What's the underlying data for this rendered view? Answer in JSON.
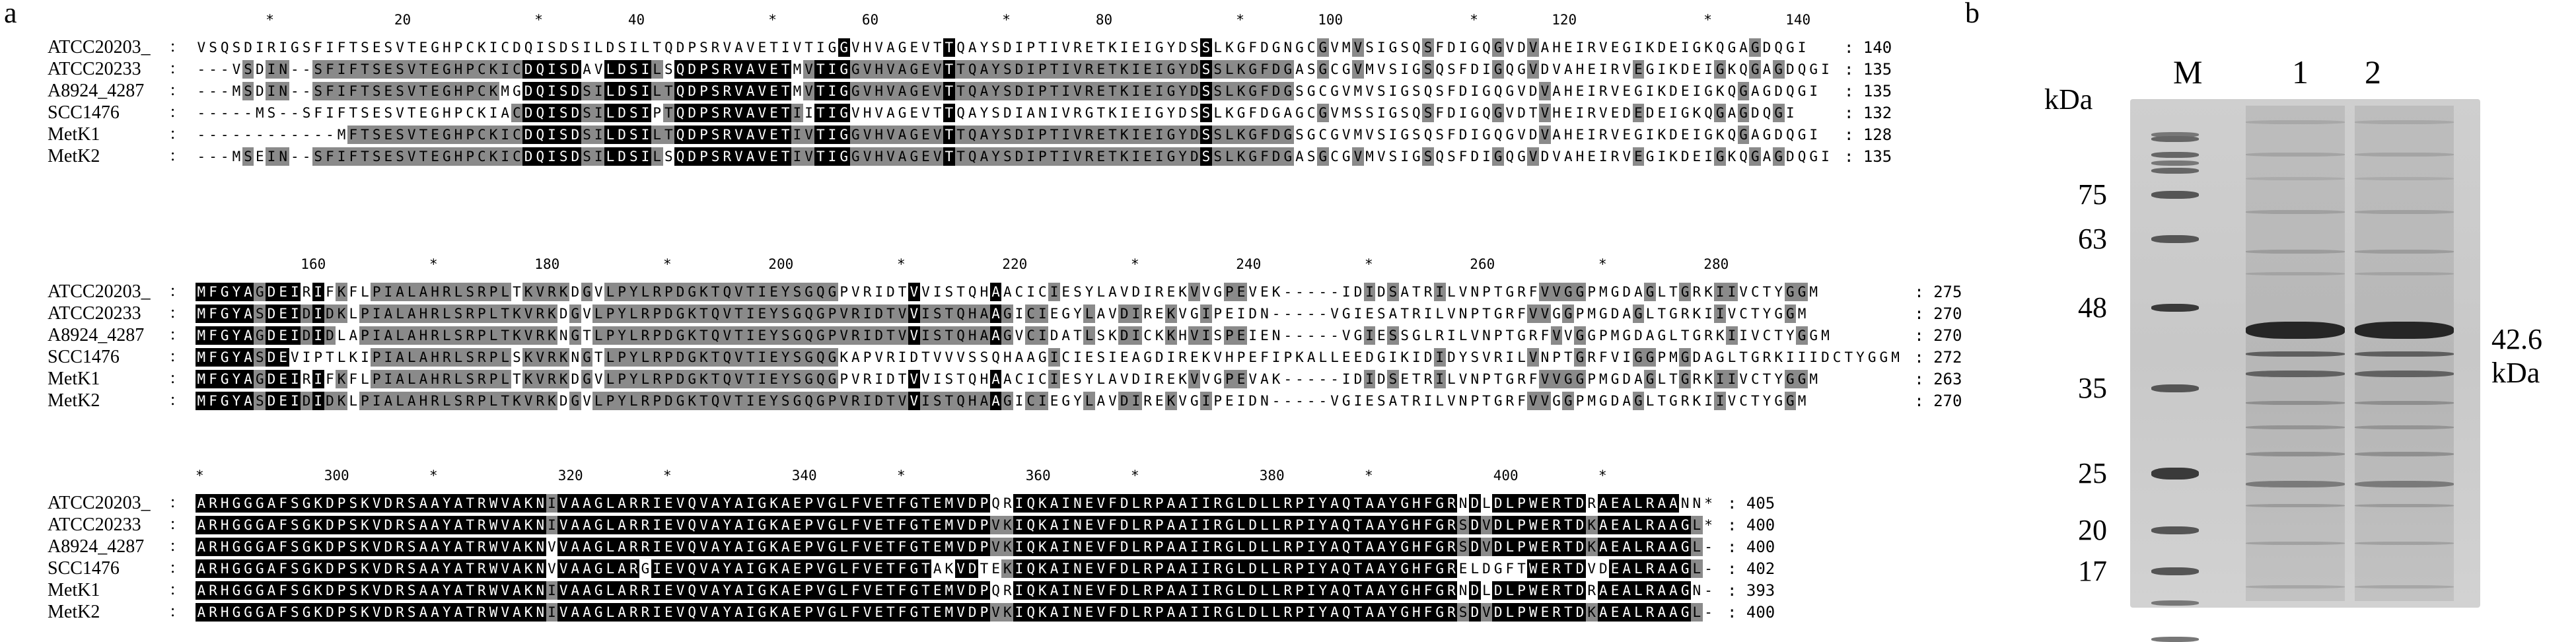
{
  "panel_a_label": "a",
  "panel_b_label": "b",
  "alignment": {
    "blocks": [
      {
        "ruler": [
          {
            "col": 6,
            "t": "*"
          },
          {
            "col": 17,
            "t": "20"
          },
          {
            "col": 29,
            "t": "*"
          },
          {
            "col": 37,
            "t": "40"
          },
          {
            "col": 49,
            "t": "*"
          },
          {
            "col": 57,
            "t": "60"
          },
          {
            "col": 69,
            "t": "*"
          },
          {
            "col": 77,
            "t": "80"
          },
          {
            "col": 89,
            "t": "*"
          },
          {
            "col": 96,
            "t": "100"
          },
          {
            "col": 109,
            "t": "*"
          },
          {
            "col": 116,
            "t": "120"
          },
          {
            "col": 129,
            "t": "*"
          },
          {
            "col": 136,
            "t": "140"
          }
        ],
        "rows": [
          {
            "name": "ATCC20203_",
            "seq": "VSQSDIRIGSFIFTSESVTEGHPCKICDQISDSILDSILTQDPSRVAVETIVTIGGVHVAGEVTTQAYSDIPTIVRETKIEIGYDSSLKGFDGNGCGVMVSIGSQSFDIGQGVDVAHEIRVEGIKDEIGKQGAGDQGI",
            "end": "140"
          },
          {
            "name": "ATCC20233",
            "seq": "---VSDIN--SFIFTSESVTEGHPCKICDQISDAVLDSILSQDPSRVAVETMVTIGGVHVAGEVTTQAYSDIPTIVRETKIEIGYDSSLKGFDGASGCGVMVSIGSQSFDIGQGVDVAHEIRVEGIKDEIGKQGAGDQGI",
            "end": "135"
          },
          {
            "name": "A8924_4287",
            "seq": "---MSDIN--SFIFTSESVTEGHPCKMGDQISDSILDSILTQDPSRVAVETMVTIGGVHVAGEVTTQAYSDIPTIVRETKIEIGYDSSLKGFDGSGCGVMVSIGSQSFDIGQGVDVAHEIRVEGIKDEIGKQGAGDQGI",
            "end": "135"
          },
          {
            "name": "SCC1476",
            "seq": "-----MS--SFIFTSESVTEGHPCKIACDQISDSILDSIPTQDPSRVAVETIITIGVHVAGEVTTQAYSDIANIVRGTKIEIGYDSSLKGFDGAGCGVMSSIGSQSFDIGQGVDTVHEIRVEDEDEIGKQGAGDQGI",
            "end": "132"
          },
          {
            "name": "MetK1",
            "seq": "------------MFTSESVTEGHPCKICDQISDSILDSILTQDPSRVAVETIVTIGGVHVAGEVTTQAYSDIPTIVRETKIEIGYDSSLKGFDGSGCGVMVSIGSQSFDIGQGVDVAHEIRVEGIKDEIGKQGAGDQGI",
            "end": "128"
          },
          {
            "name": "MetK2",
            "seq": "---MSEIN--SFIFTSESVTEGHPCKICDQISDSILDSILSQDPSRVAVETIVTIGGVHVAGEVTTQAYSDIPTIVRETKIEIGYDSSLKGFDGASGCGVMVSIGSQSFDIGQGVDVAHEIRVEGIKDEIGKQGAGDQGI",
            "end": "135"
          }
        ]
      },
      {
        "ruler": [
          {
            "col": 9,
            "t": "160"
          },
          {
            "col": 20,
            "t": "*"
          },
          {
            "col": 29,
            "t": "180"
          },
          {
            "col": 40,
            "t": "*"
          },
          {
            "col": 49,
            "t": "200"
          },
          {
            "col": 60,
            "t": "*"
          },
          {
            "col": 69,
            "t": "220"
          },
          {
            "col": 80,
            "t": "*"
          },
          {
            "col": 89,
            "t": "240"
          },
          {
            "col": 100,
            "t": "*"
          },
          {
            "col": 109,
            "t": "260"
          },
          {
            "col": 120,
            "t": "*"
          },
          {
            "col": 129,
            "t": "280"
          }
        ],
        "rows": [
          {
            "name": "ATCC20203_",
            "seq": "MFGYAGDEIRIFKFLPIALAHRLSRPLTKVRKDGVLPYLRPDGKTQVTIEYSGQGPVRIDTVVISTQHAACICIESYLAVDIREKVVGPEVEK-----IDIDSATRILVNPTGRFVVGGPMGDAGLTGRKIIVCTYGGM",
            "end": "275"
          },
          {
            "name": "ATCC20233",
            "seq": "MFGYASDEIDIDKLPIALAHRLSRPLTKVRKDGVLPYLRPDGKTQVTIEYSGQGPVRIDTVVISTQHAAGICIEGYLAVDIREKVGIPEIDN-----VGIESATRILVNPTGRFVVGGPMGDAGLTGRKIIVCTYGGM",
            "end": "270"
          },
          {
            "name": "A8924_4287",
            "seq": "MFGYAGDEIDIDLAPIALAHRLSRPLTKVRKNGTLPYLRPDGKTQVTIEYSGQGPVRIDTVVISTQHAAGVCIDATLSKDICKKHVISPEIEN-----VGIESSGLRILVNPTGRFVVGGPMGDAGLTGRKIIVCTYGGM",
            "end": "270"
          },
          {
            "name": "SCC1476",
            "seq": "MFGYASDEVIPTLKIPIALAHRLSRPLSKVRKNGTLPYLRPDGKTQVTIEYSGQGKAPVRIDTVVVSSQHAAGICIESIEAGDIREKVHPEFIPKALLEEDGIKIDIDYSVRILVNPTGRFVIGGPMGDAGLTGRKIIIDCTYGGM",
            "end": "272"
          },
          {
            "name": "MetK1",
            "seq": "MFGYAGDEIRIFKFLPIALAHRLSRPLTKVRKDGVLPYLRPDGKTQVTIEYSGQGPVRIDTVVISTQHAACICIESYLAVDIREKVVGPEVAK-----IDIDSETRILVNPTGRFVVGGPMGDAGLTGRKIIVCTYGGM",
            "end": "263"
          },
          {
            "name": "MetK2",
            "seq": "MFGYASDEIDIDKLPIALAHRLSRPLTKVRKDGVLPYLRPDGKTQVTIEYSGQGPVRIDTVVISTQHAAGICIEGYLAVDIREKVGIPEIDN-----VGIESATRILVNPTGRFVVGGPMGDAGLTGRKIIVCTYGGM",
            "end": "270"
          }
        ]
      },
      {
        "ruler": [
          {
            "col": 0,
            "t": "*"
          },
          {
            "col": 11,
            "t": "300"
          },
          {
            "col": 20,
            "t": "*"
          },
          {
            "col": 31,
            "t": "320"
          },
          {
            "col": 40,
            "t": "*"
          },
          {
            "col": 51,
            "t": "340"
          },
          {
            "col": 60,
            "t": "*"
          },
          {
            "col": 71,
            "t": "360"
          },
          {
            "col": 80,
            "t": "*"
          },
          {
            "col": 91,
            "t": "380"
          },
          {
            "col": 100,
            "t": "*"
          },
          {
            "col": 111,
            "t": "400"
          },
          {
            "col": 120,
            "t": "*"
          }
        ],
        "rows": [
          {
            "name": "ATCC20203_",
            "seq": "ARHGGGAFSGKDPSKVDRSAAYATRWVAKNIVAAGLARRIEVQVAYAIGKAEPVGLFVETFGTEMVDPQRIQKAINEVFDLRPAAIIRGLDLLRPIYAQTAAYGHFGRNDLDLPWERTDRAEALRAANN*",
            "end": "405"
          },
          {
            "name": "ATCC20233",
            "seq": "ARHGGGAFSGKDPSKVDRSAAYATRWVAKNIVAAGLARRIEVQVAYAIGKAEPVGLFVETFGTEMVDPVKIQKAINEVFDLRPAAIIRGLDLLRPIYAQTAAYGHFGRSDVDLPWERTDKAEALRAAGL*",
            "end": "400"
          },
          {
            "name": "A8924_4287",
            "seq": "ARHGGGAFSGKDPSKVDRSAAYATRWVAKNVVAAGLARRIEVQVAYAIGKAEPVGLFVETFGTEMVDPVKIQKAINEVFDLRPAAIIRGLDLLRPIYAQTAAYGHFGRSDVDLPWERTDKAEALRAAGL-",
            "end": "400"
          },
          {
            "name": "SCC1476",
            "seq": "ARHGGGAFSGKDPSKVDRSAAYATRWVAKNVVAAGLARGIEVQVAYAIGKAEPVGLFVETFGTAKVDTEKIQKAINEVFDLRPAAIIRGLDLLRPIYAQTAAYGHFGRELDGFTWERTDVDEALRAAGL-",
            "end": "402"
          },
          {
            "name": "MetK1",
            "seq": "ARHGGGAFSGKDPSKVDRSAAYATRWVAKNIVAAGLARRIEVQVAYAIGKAEPVGLFVETFGTEMVDPQRIQKAINEVFDLRPAAIIRGLDLLRPIYAQTAAYGHFGRNDLDLPWERTDRAEALRAAGN-",
            "end": "393"
          },
          {
            "name": "MetK2",
            "seq": "ARHGGGAFSGKDPSKVDRSAAYATRWVAKNIVAAGLARRIEVQVAYAIGKAEPVGLFVETFGTEMVDPVKIQKAINEVFDLRPAAIIRGLDLLRPIYAQTAAYGHFGRSDVDLPWERTDKAEALRAAGL-",
            "end": "400"
          }
        ]
      }
    ]
  },
  "gel": {
    "lanes": [
      "M",
      "1",
      "2"
    ],
    "unit_label": "kDa",
    "markers": [
      {
        "label": "75",
        "kda": 75
      },
      {
        "label": "63",
        "kda": 63
      },
      {
        "label": "48",
        "kda": 48
      },
      {
        "label": "35",
        "kda": 35
      },
      {
        "label": "25",
        "kda": 25
      },
      {
        "label": "20",
        "kda": 20
      },
      {
        "label": "17",
        "kda": 17
      }
    ],
    "band_annotation": "42.6 kDa",
    "band_kda": 42.6
  }
}
